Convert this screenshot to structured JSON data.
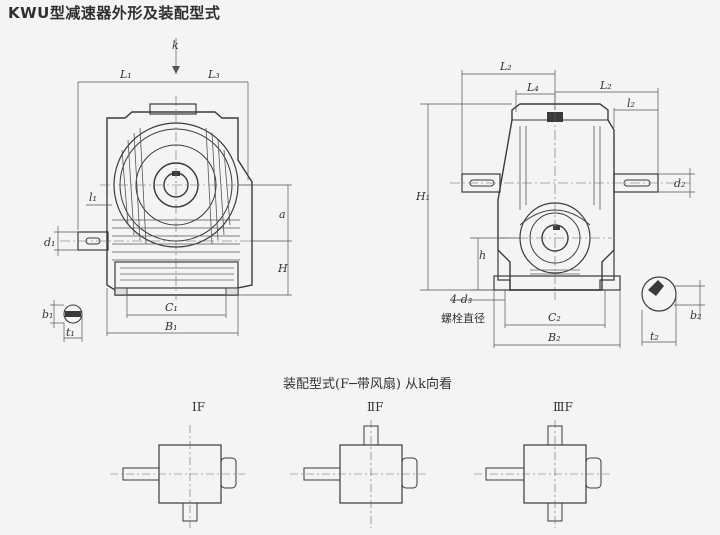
{
  "title": "KWU型减速器外形及装配型式",
  "dims": {
    "k": "k",
    "L1": "L₁",
    "L3": "L₃",
    "l1": "l₁",
    "a": "a",
    "d1": "d₁",
    "H": "H",
    "C1": "C₁",
    "B1": "B₁",
    "b1": "b₁",
    "t1": "t₁",
    "L2_top": "L₂",
    "L4": "L₄",
    "L2": "L₂",
    "l2": "l₂",
    "H1": "H₁",
    "d2": "d₂",
    "h": "h",
    "four_d3": "4-d₃",
    "C2": "C₂",
    "B2": "B₂",
    "b2": "b₂",
    "t2": "t₂"
  },
  "bolt_dia_label": "螺栓直径",
  "assembly_title": "装配型式(F─带风扇) 从k向看",
  "assembly_types": [
    "ⅠF",
    "ⅡF",
    "ⅢF"
  ],
  "colors": {
    "line": "#3a3a3a",
    "dim": "#555555",
    "background": "#f4f4f4"
  }
}
